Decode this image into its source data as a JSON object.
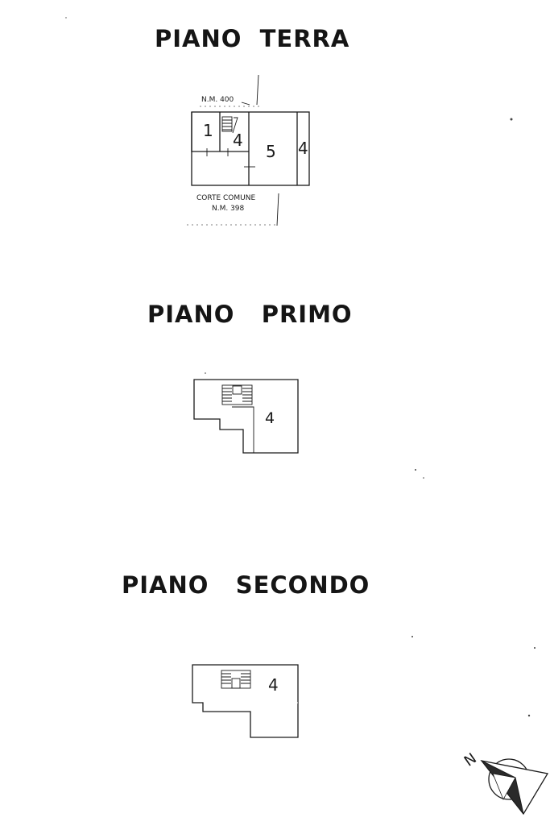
{
  "floors": {
    "terra": {
      "title": "PIANO  TERRA",
      "neighbor_top": "N.M. 400",
      "courtyard": "CORTE COMUNE",
      "courtyard_ref": "N.M. 398",
      "rooms": [
        "1",
        "4",
        "5",
        "4"
      ]
    },
    "primo": {
      "title": "PIANO   PRIMO",
      "rooms": [
        "4"
      ]
    },
    "secondo": {
      "title": "PIANO   SECONDO",
      "rooms": [
        "4"
      ]
    }
  },
  "compass": {
    "north_label": "N",
    "icon": "north-arrow-icon"
  }
}
